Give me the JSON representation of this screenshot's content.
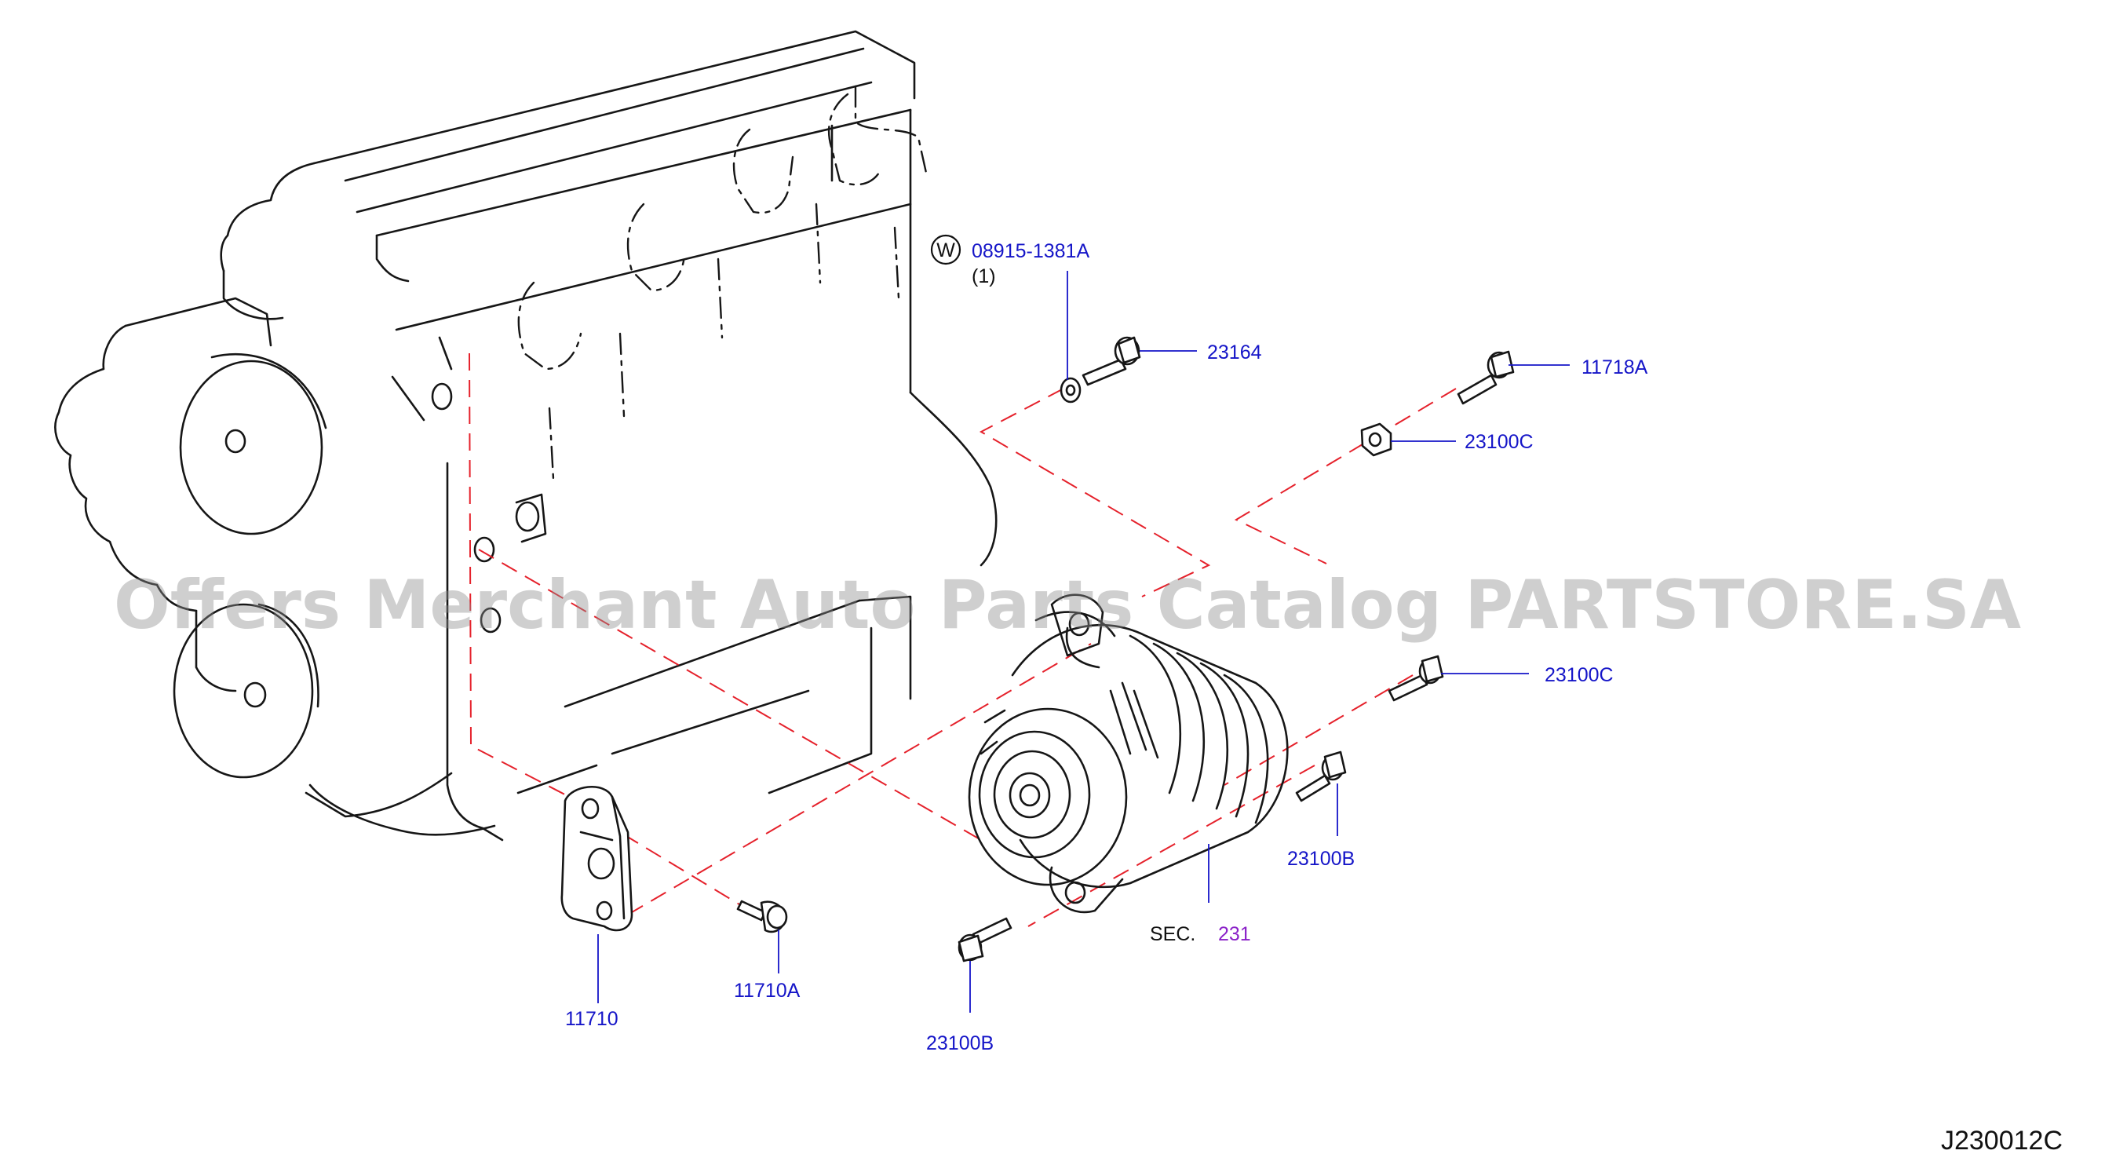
{
  "callouts": {
    "washer_circle_letter": "W",
    "washer_part": "08915-1381A",
    "washer_qty": "(1)",
    "p23164": "23164",
    "p11718A": "11718A",
    "p23100C_nut": "23100C",
    "p23100C_bolt": "23100C",
    "p23100B_right": "23100B",
    "p23100B_bottom": "23100B",
    "sec_prefix": "SEC.",
    "sec_number": "231",
    "p11710": "11710",
    "p11710A": "11710A"
  },
  "watermark": "Offers Merchant Auto Parts Catalog PARTSTORE.SA",
  "diagram_code": "J230012C",
  "colors": {
    "part_label": "#1515c8",
    "section_link": "#8a20c8",
    "guide_line": "#e5212b",
    "outline": "#161616"
  }
}
